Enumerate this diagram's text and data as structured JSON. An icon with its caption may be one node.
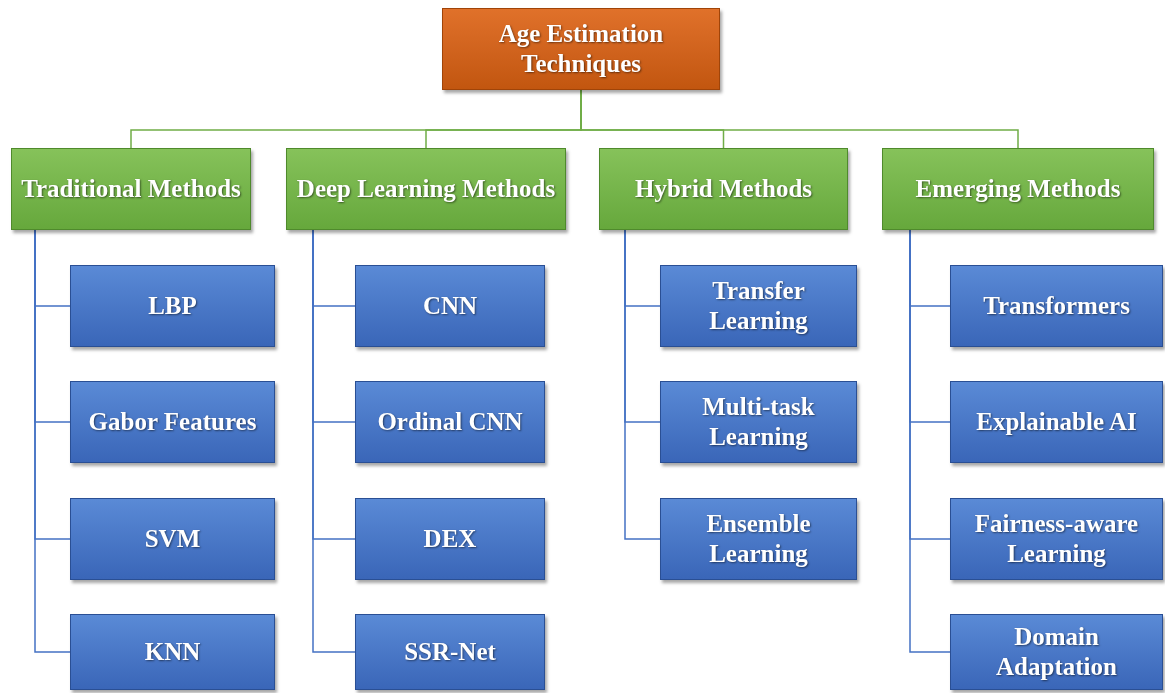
{
  "diagram": {
    "nodes": [
      {
        "text": [
          "Age Estimation Techniques"
        ]
      },
      {
        "text": [
          "Traditional Methods"
        ]
      },
      {
        "text": [
          "Deep Learning Methods"
        ]
      },
      {
        "text": [
          "Hybrid Methods"
        ]
      },
      {
        "text": [
          "Emerging Methods"
        ]
      },
      {
        "text": [
          "LBP"
        ]
      },
      {
        "text": [
          "Gabor Features"
        ]
      },
      {
        "text": [
          "SVM"
        ]
      },
      {
        "text": [
          "KNN"
        ]
      },
      {
        "text": [
          "CNN"
        ]
      },
      {
        "text": [
          "Ordinal CNN"
        ]
      },
      {
        "text": [
          "DEX"
        ]
      },
      {
        "text": [
          "SSR-Net"
        ]
      },
      {
        "text": [
          "Transfer Learning"
        ]
      },
      {
        "text": [
          "Multi-task Learning"
        ]
      },
      {
        "text": [
          "Ensemble Learning"
        ]
      },
      {
        "text": [
          "Transformers"
        ]
      },
      {
        "text": [
          "Explainable AI"
        ]
      },
      {
        "text": [
          "Fairness-aware Learning"
        ]
      },
      {
        "text": [
          "Domain Adaptation"
        ]
      }
    ],
    "edges": [
      {
        "from": 0,
        "to": 1,
        "arrow": "none",
        "color": "#70ad47"
      },
      {
        "from": 0,
        "to": 2,
        "arrow": "none",
        "color": "#70ad47"
      },
      {
        "from": 0,
        "to": 3,
        "arrow": "none",
        "color": "#70ad47"
      },
      {
        "from": 0,
        "to": 4,
        "arrow": "none",
        "color": "#70ad47"
      },
      {
        "from": 1,
        "to": 5,
        "arrow": "none"
      },
      {
        "from": 1,
        "to": 6,
        "arrow": "none"
      },
      {
        "from": 1,
        "to": 7,
        "arrow": "none"
      },
      {
        "from": 1,
        "to": 8,
        "arrow": "none"
      },
      {
        "from": 2,
        "to": 9,
        "arrow": "none"
      },
      {
        "from": 2,
        "to": 10,
        "arrow": "none"
      },
      {
        "from": 2,
        "to": 11,
        "arrow": "none"
      },
      {
        "from": 2,
        "to": 12,
        "arrow": "none"
      },
      {
        "from": 3,
        "to": 13,
        "arrow": "none"
      },
      {
        "from": 3,
        "to": 14,
        "arrow": "none"
      },
      {
        "from": 3,
        "to": 15,
        "arrow": "none"
      },
      {
        "from": 4,
        "to": 16,
        "arrow": "none"
      },
      {
        "from": 4,
        "to": 17,
        "arrow": "none"
      },
      {
        "from": 4,
        "to": 18,
        "arrow": "none"
      },
      {
        "from": 4,
        "to": 19,
        "arrow": "none"
      }
    ]
  }
}
